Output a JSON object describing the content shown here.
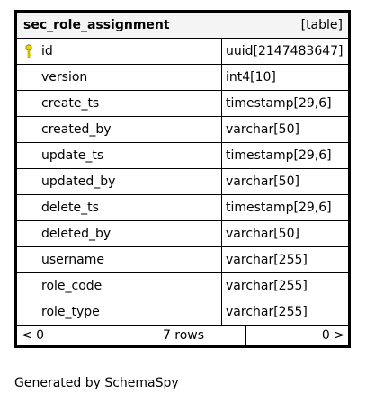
{
  "table": {
    "name": "sec_role_assignment",
    "type_label": "[table]",
    "columns": [
      {
        "name": "id",
        "type": "uuid[2147483647]",
        "primary_key": true
      },
      {
        "name": "version",
        "type": "int4[10]"
      },
      {
        "name": "create_ts",
        "type": "timestamp[29,6]"
      },
      {
        "name": "created_by",
        "type": "varchar[50]"
      },
      {
        "name": "update_ts",
        "type": "timestamp[29,6]"
      },
      {
        "name": "updated_by",
        "type": "varchar[50]"
      },
      {
        "name": "delete_ts",
        "type": "timestamp[29,6]"
      },
      {
        "name": "deleted_by",
        "type": "varchar[50]"
      },
      {
        "name": "username",
        "type": "varchar[255]"
      },
      {
        "name": "role_code",
        "type": "varchar[255]"
      },
      {
        "name": "role_type",
        "type": "varchar[255]"
      }
    ],
    "footer": {
      "left": "< 0",
      "center": "7 rows",
      "right": "0 >"
    }
  },
  "generated_by": "Generated by SchemaSpy",
  "colors": {
    "header_bg": "#f4f4f4",
    "key": "#e8d400",
    "border": "#000000"
  },
  "icons": {
    "primary_key": "key-icon"
  }
}
